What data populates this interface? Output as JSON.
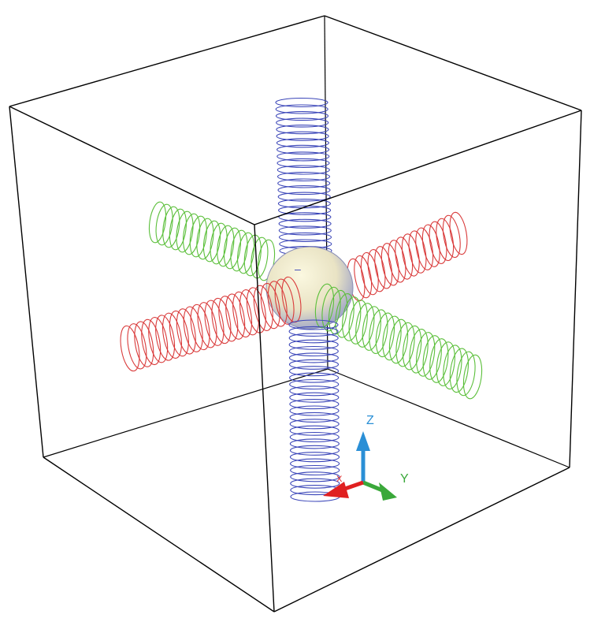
{
  "scene": {
    "background": "#ffffff",
    "box_color": "#000000",
    "coil_colors": {
      "z_axis": "#3a45b8",
      "y_axis": "#5bbf3a",
      "x_axis": "#d93a3a"
    },
    "sphere": {
      "highlight": "#fbf8e0",
      "mid": "#e9e3c4",
      "shadow": "#8a93c9",
      "mark": "–"
    },
    "triad": {
      "labels": {
        "z": "Z",
        "y": "Y",
        "x": "X"
      },
      "colors": {
        "z": "#2a8fd6",
        "y": "#3aa83a",
        "x": "#e02020"
      }
    }
  }
}
